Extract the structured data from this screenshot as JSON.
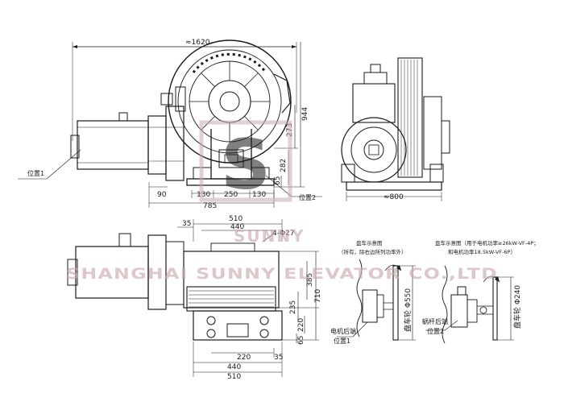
{
  "front_view": {
    "dim_overall_width": "≈1620",
    "dim_944": "944",
    "dim_273": "273",
    "dim_282": "282",
    "dim_65": "65",
    "dim_90": "90",
    "dim_130_left": "130",
    "dim_250": "250",
    "dim_130_right": "130",
    "dim_785": "785",
    "label_position1": "位置1",
    "label_position2": "位置2"
  },
  "side_view": {
    "dim_800": "≈800"
  },
  "top_view": {
    "dim_510_top": "510",
    "dim_440_top": "440",
    "dim_35_top": "35",
    "dim_bolt": "4-Φ27",
    "dim_385": "385",
    "dim_235": "235",
    "dim_710": "710",
    "dim_220_right": "220",
    "dim_65_right": "65",
    "dim_220_bottom": "220",
    "dim_35_bottom": "35",
    "dim_440_bottom": "440",
    "dim_510_bottom": "510"
  },
  "detail1": {
    "title": "盘车示意图",
    "subtitle": "（所有，除右边所列功率外）",
    "label_motor_rear": "电机后端",
    "label_position": "位置1",
    "label_wheel": "盘车轮 Φ550"
  },
  "detail2": {
    "title": "盘车示意图（用于电机功率≥26kW-VF-4P；",
    "subtitle": "和电机功率18.5kW-VF-6P）",
    "label_worm_rear": "蜗杆后端",
    "label_position": "位置2",
    "label_wheel": "盘车轮 Φ240"
  },
  "watermark": {
    "company": "SHANGHAI SUNNY ELEVATOR CO.,LTD",
    "brand": "SUNNY",
    "logo_letter": "S",
    "color": "#c9a9ad"
  }
}
